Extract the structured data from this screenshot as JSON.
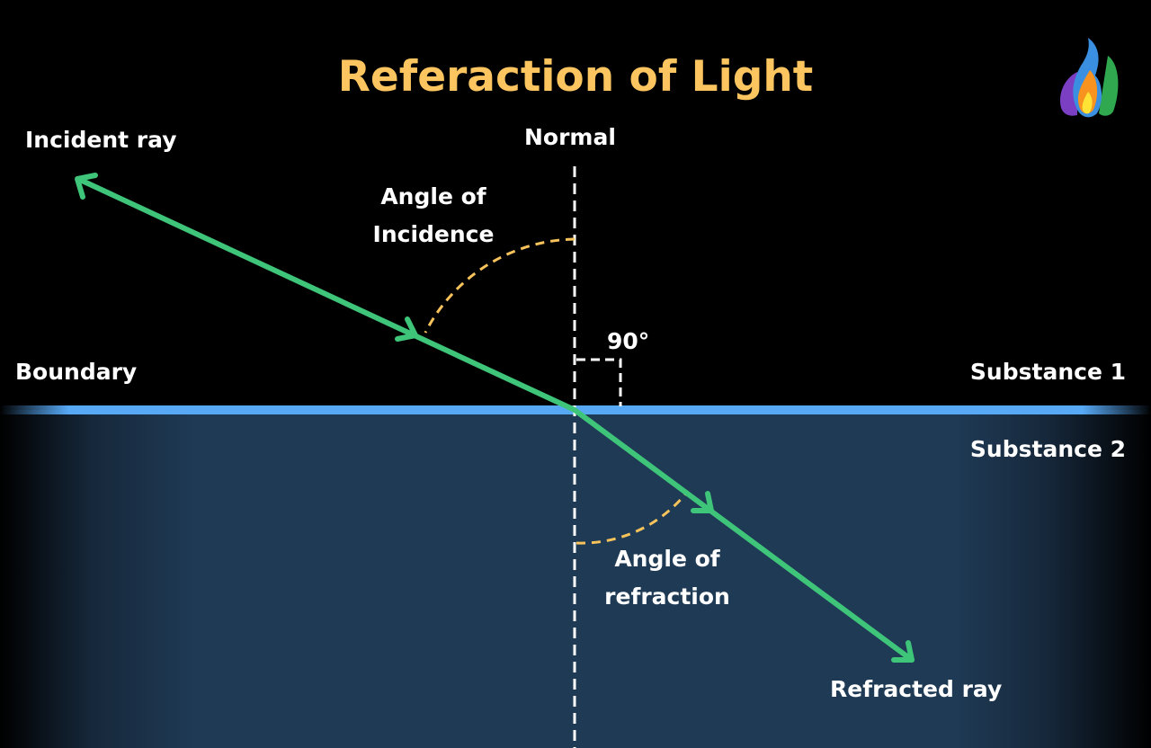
{
  "title": "Referaction of Light",
  "labels": {
    "incident_ray": "Incident ray",
    "normal": "Normal",
    "angle_incidence_1": "Angle of",
    "angle_incidence_2": "Incidence",
    "right_angle": "90°",
    "boundary": "Boundary",
    "substance_1": "Substance 1",
    "substance_2": "Substance 2",
    "angle_refraction_1": "Angle of",
    "angle_refraction_2": "refraction",
    "refracted_ray": "Refracted ray"
  },
  "colors": {
    "title": "#fcc55f",
    "ray": "#3ec57a",
    "boundary": "#57a9f6",
    "arc": "#f7c35a",
    "substance_2": "#1f3a55"
  },
  "logo": {
    "icon": "flame-logo-icon"
  }
}
